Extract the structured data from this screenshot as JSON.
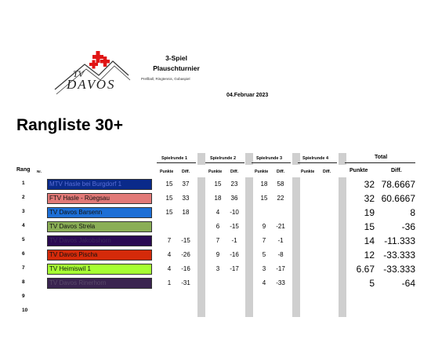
{
  "logo": {
    "tv": "TV",
    "name": "DAVOS"
  },
  "event": {
    "title_line1": "3-Spiel",
    "title_line2": "Plauschturnier",
    "subtitle": "Prellball, Ringtennis, Gobaspiel",
    "date": "04.Februar 2023"
  },
  "page_title": "Rangliste 30+",
  "headers": {
    "rang": "Rang",
    "nr": "Nr.",
    "rounds": [
      "Spielrunde 1",
      "Spielrunde 2",
      "Spielrunde 3",
      "Spielrunde 4"
    ],
    "punkte": "Punkte",
    "diff": "Diff.",
    "total": "Total"
  },
  "rows": [
    {
      "rank": "1",
      "team": "MTV Hasle bei Burgdorf 1",
      "color": "#0a2a8a",
      "text_color": "#5a6fd8",
      "r": [
        [
          "15",
          "37"
        ],
        [
          "15",
          "23"
        ],
        [
          "18",
          "58"
        ],
        [
          "",
          ""
        ]
      ],
      "total_p": "32",
      "total_d": "78.6667"
    },
    {
      "rank": "2",
      "team": "FTV Hasle - Rüegsau",
      "color": "#e27a78",
      "text_color": "#111111",
      "r": [
        [
          "15",
          "33"
        ],
        [
          "18",
          "36"
        ],
        [
          "15",
          "22"
        ],
        [
          "",
          ""
        ]
      ],
      "total_p": "32",
      "total_d": "60.6667"
    },
    {
      "rank": "3",
      "team": "TV Davos Barsenn",
      "color": "#1d6fd6",
      "text_color": "#111111",
      "r": [
        [
          "15",
          "18"
        ],
        [
          "4",
          "-10"
        ],
        [
          "",
          ""
        ],
        [
          "",
          ""
        ]
      ],
      "total_p": "19",
      "total_d": "8"
    },
    {
      "rank": "4",
      "team": "TV Davos Strela",
      "color": "#8aae56",
      "text_color": "#111111",
      "r": [
        [
          "",
          ""
        ],
        [
          "6",
          "-15"
        ],
        [
          "9",
          "-21"
        ],
        [
          "",
          ""
        ]
      ],
      "total_p": "15",
      "total_d": "-36"
    },
    {
      "rank": "5",
      "team": "TV Davos Jakobshorn",
      "color": "#2a0a52",
      "text_color": "#3a2a5a",
      "r": [
        [
          "7",
          "-15"
        ],
        [
          "7",
          "-1"
        ],
        [
          "7",
          "-1"
        ],
        [
          "",
          ""
        ]
      ],
      "total_p": "14",
      "total_d": "-11.333"
    },
    {
      "rank": "6",
      "team": "TV Davos Pischa",
      "color": "#d42a0a",
      "text_color": "#111111",
      "r": [
        [
          "4",
          "-26"
        ],
        [
          "9",
          "-16"
        ],
        [
          "5",
          "-8"
        ],
        [
          "",
          ""
        ]
      ],
      "total_p": "12",
      "total_d": "-33.333"
    },
    {
      "rank": "7",
      "team": "TV Heimiswil 1",
      "color": "#a6ff33",
      "text_color": "#111111",
      "r": [
        [
          "4",
          "-16"
        ],
        [
          "3",
          "-17"
        ],
        [
          "3",
          "-17"
        ],
        [
          "",
          ""
        ]
      ],
      "total_p": "6.67",
      "total_d": "-33.333"
    },
    {
      "rank": "8",
      "team": "TV Davos Rinerhorn",
      "color": "#3a2450",
      "text_color": "#5a4a6a",
      "r": [
        [
          "1",
          "-31"
        ],
        [
          "",
          ""
        ],
        [
          "4",
          "-33"
        ],
        [
          "",
          ""
        ]
      ],
      "total_p": "5",
      "total_d": "-64"
    },
    {
      "rank": "9",
      "team": "",
      "color": "",
      "text_color": "",
      "r": [
        [
          "",
          ""
        ],
        [
          "",
          ""
        ],
        [
          "",
          ""
        ],
        [
          "",
          ""
        ]
      ],
      "total_p": "",
      "total_d": ""
    },
    {
      "rank": "10",
      "team": "",
      "color": "",
      "text_color": "",
      "r": [
        [
          "",
          ""
        ],
        [
          "",
          ""
        ],
        [
          "",
          ""
        ],
        [
          "",
          ""
        ]
      ],
      "total_p": "",
      "total_d": ""
    }
  ]
}
